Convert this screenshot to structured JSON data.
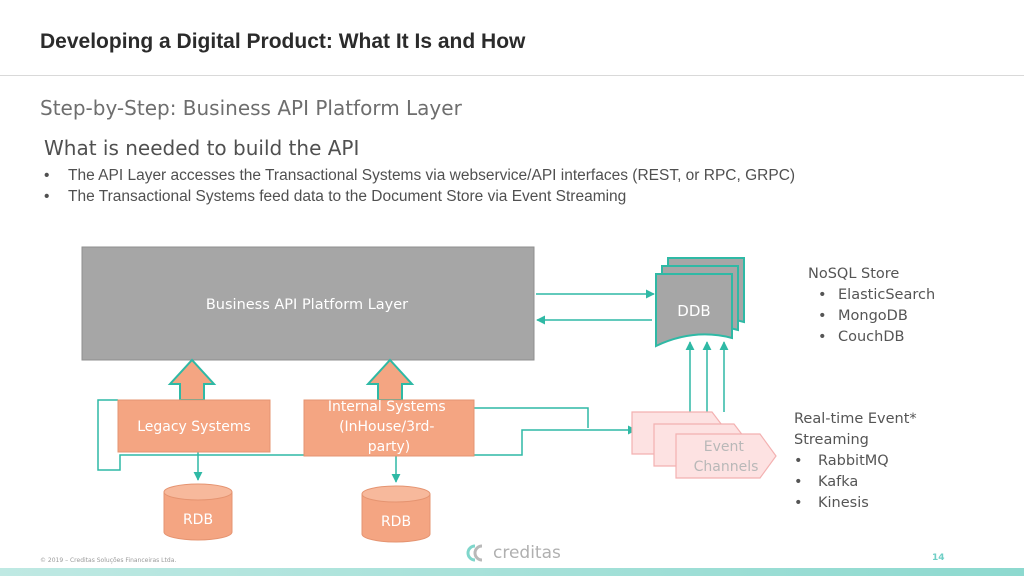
{
  "slide": {
    "title": "Developing a Digital Product: What It Is and How",
    "subtitle": "Step-by-Step: Business API Platform Layer",
    "section_heading": "What is needed to build the API",
    "bullets": [
      "The API Layer accesses the Transactional Systems via webservice/API interfaces (REST, or RPC, GRPC)",
      "The Transactional Systems feed data to the Document Store via Event Streaming"
    ]
  },
  "diagram": {
    "api_layer_label": "Business API Platform Layer",
    "legacy_label": "Legacy Systems",
    "internal_label_lines": [
      "Internal Systems",
      "(InHouse/3rd-",
      "party)"
    ],
    "rdb_labels": [
      "RDB",
      "RDB"
    ],
    "ddb_label": "DDB",
    "event_label_lines": [
      "Event",
      "Channels"
    ],
    "nosql": {
      "heading": "NoSQL Store",
      "items": [
        "ElasticSearch",
        "MongoDB",
        "CouchDB"
      ]
    },
    "streaming": {
      "heading_lines": [
        "Real-time Event*",
        "Streaming"
      ],
      "items": [
        "RabbitMQ",
        "Kafka",
        "Kinesis"
      ]
    },
    "colors": {
      "gray_box": "#a6a6a6",
      "orange": "#f4a582",
      "teal": "#2fb9a5",
      "pink_fill": "#fde2e2",
      "pink_stroke": "#f3b1b1"
    }
  },
  "footer": {
    "copyright": "© 2019 – Creditas Soluções Financeiras Ltda.",
    "logo_text": "creditas",
    "page_number": "14"
  }
}
